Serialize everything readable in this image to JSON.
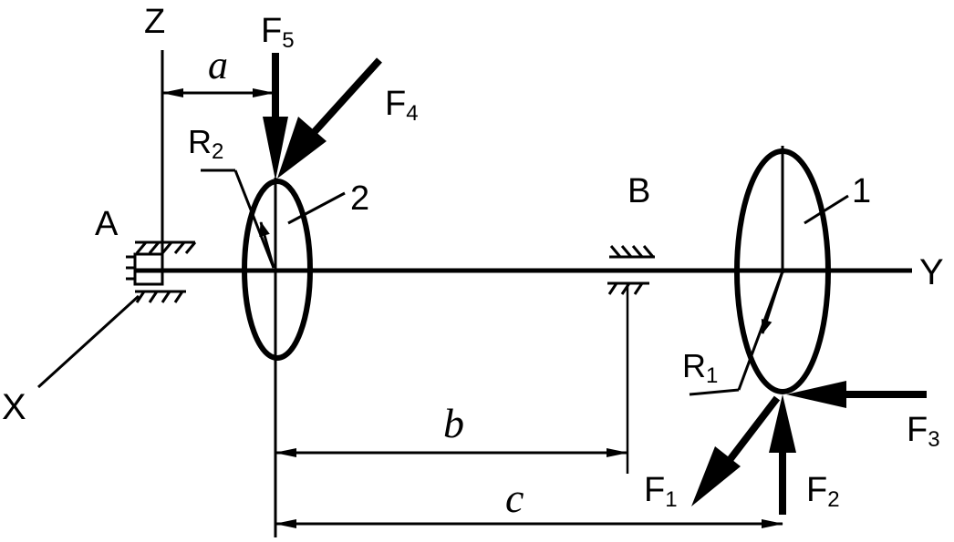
{
  "axes": {
    "z": "Z",
    "y": "Y",
    "x": "X"
  },
  "supports": {
    "a": "A",
    "b": "B"
  },
  "gears": {
    "g1": "1",
    "g2": "2"
  },
  "radii": {
    "r1": {
      "base": "R",
      "sub": "1"
    },
    "r2": {
      "base": "R",
      "sub": "2"
    }
  },
  "forces": {
    "f1": {
      "base": "F",
      "sub": "1"
    },
    "f2": {
      "base": "F",
      "sub": "2"
    },
    "f3": {
      "base": "F",
      "sub": "3"
    },
    "f4": {
      "base": "F",
      "sub": "4"
    },
    "f5": {
      "base": "F",
      "sub": "5"
    }
  },
  "dims": {
    "a": "a",
    "b": "b",
    "c": "c"
  },
  "colors": {
    "ink": "#000000",
    "background": "#ffffff"
  }
}
